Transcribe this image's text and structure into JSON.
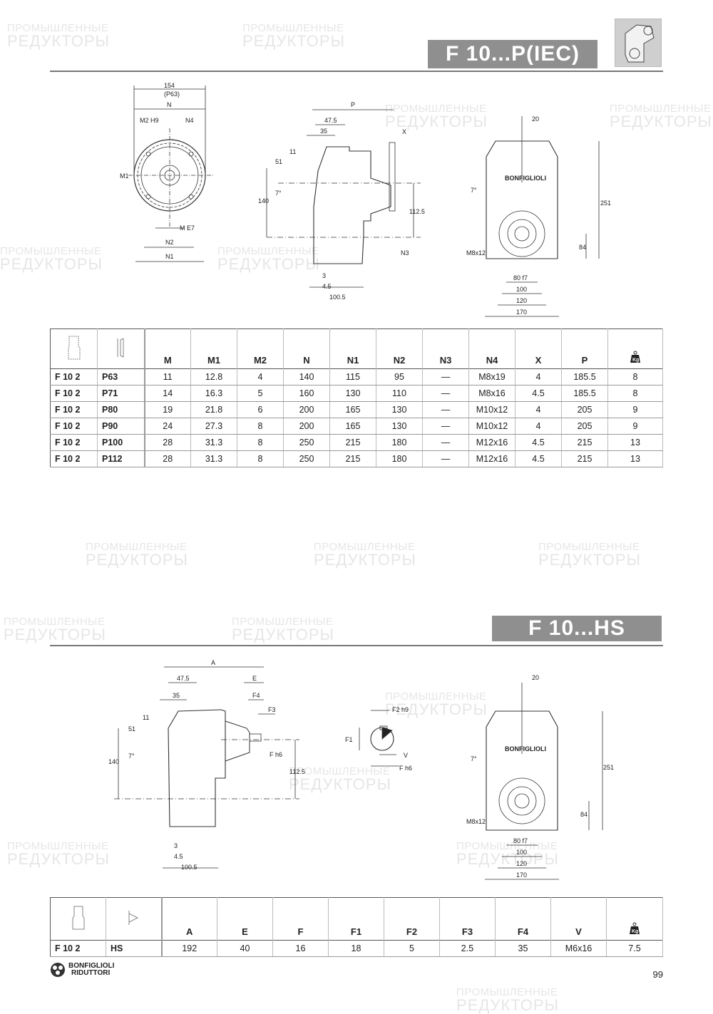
{
  "watermark": {
    "line1": "ПРОМЫШЛЕННЫЕ",
    "line2": "РЕДУКТОРЫ"
  },
  "section1": {
    "title": "F 10...P(IEC)",
    "drawing_front": {
      "labels": [
        "154",
        "(P63)",
        "N",
        "M2 H9",
        "N4",
        "M1",
        "M E7",
        "N2",
        "N1"
      ]
    },
    "drawing_side": {
      "labels": [
        "P",
        "47.5",
        "35",
        "X",
        "11",
        "51",
        "140",
        "7°",
        "112.5",
        "N3",
        "3",
        "4.5",
        "100.5"
      ]
    },
    "drawing_end": {
      "brand": "BONFIGLIOLI",
      "labels": [
        "20",
        "7°",
        "251",
        "M8x12",
        "84",
        "80 f7",
        "100",
        "120",
        "170"
      ]
    },
    "table": {
      "columns": [
        "M",
        "M1",
        "M2",
        "N",
        "N1",
        "N2",
        "N3",
        "N4",
        "X",
        "P"
      ],
      "weight_icon": "Kg",
      "rows": [
        {
          "model": "F 10 2",
          "motor": "P63",
          "values": [
            "11",
            "12.8",
            "4",
            "140",
            "115",
            "95",
            "—",
            "M8x19",
            "4",
            "185.5"
          ],
          "kg": "8"
        },
        {
          "model": "F 10 2",
          "motor": "P71",
          "values": [
            "14",
            "16.3",
            "5",
            "160",
            "130",
            "110",
            "—",
            "M8x16",
            "4.5",
            "185.5"
          ],
          "kg": "8"
        },
        {
          "model": "F 10 2",
          "motor": "P80",
          "values": [
            "19",
            "21.8",
            "6",
            "200",
            "165",
            "130",
            "—",
            "M10x12",
            "4",
            "205"
          ],
          "kg": "9"
        },
        {
          "model": "F 10 2",
          "motor": "P90",
          "values": [
            "24",
            "27.3",
            "8",
            "200",
            "165",
            "130",
            "—",
            "M10x12",
            "4",
            "205"
          ],
          "kg": "9"
        },
        {
          "model": "F 10 2",
          "motor": "P100",
          "values": [
            "28",
            "31.3",
            "8",
            "250",
            "215",
            "180",
            "—",
            "M12x16",
            "4.5",
            "215"
          ],
          "kg": "13"
        },
        {
          "model": "F 10 2",
          "motor": "P112",
          "values": [
            "28",
            "31.3",
            "8",
            "250",
            "215",
            "180",
            "—",
            "M12x16",
            "4.5",
            "215"
          ],
          "kg": "13"
        }
      ]
    }
  },
  "section2": {
    "title": "F 10...HS",
    "drawing_side": {
      "labels": [
        "A",
        "47.5",
        "E",
        "35",
        "F4",
        "F3",
        "11",
        "51",
        "140",
        "7°",
        "F h6",
        "112.5",
        "3",
        "4.5",
        "100.5"
      ]
    },
    "drawing_shaft": {
      "labels": [
        "F2 h9",
        "F1",
        "V",
        "F h6"
      ]
    },
    "drawing_end": {
      "brand": "BONFIGLIOLI",
      "labels": [
        "20",
        "7°",
        "251",
        "M8x12",
        "84",
        "80 f7",
        "100",
        "120",
        "170"
      ]
    },
    "table": {
      "columns": [
        "A",
        "E",
        "F",
        "F1",
        "F2",
        "F3",
        "F4",
        "V"
      ],
      "weight_icon": "Kg",
      "rows": [
        {
          "model": "F 10 2",
          "motor": "HS",
          "values": [
            "192",
            "40",
            "16",
            "18",
            "5",
            "2.5",
            "35",
            "M6x16"
          ],
          "kg": "7.5"
        }
      ]
    }
  },
  "footer": {
    "brand_line1": "BONFIGLIOLI",
    "brand_line2": "RIDUTTORI",
    "page_number": "99"
  }
}
